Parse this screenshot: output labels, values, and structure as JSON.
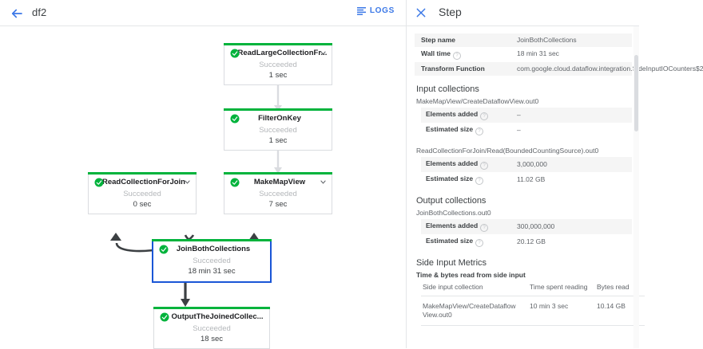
{
  "header": {
    "back_icon": "arrow-left-icon",
    "title": "df2",
    "logs_label": "LOGS",
    "logs_icon": "logs-lines-icon",
    "accent_color": "#3b78e7"
  },
  "graph": {
    "status_label": "Succeeded",
    "success_color": "#00b33c",
    "selected_color": "#1a56d6",
    "nodes": [
      {
        "id": "read-large-collection",
        "title": "ReadLargeCollectionFr...",
        "status": "Succeeded",
        "time": "1 sec",
        "has_chevron": true,
        "selected": false
      },
      {
        "id": "filter-on-key",
        "title": "FilterOnKey",
        "status": "Succeeded",
        "time": "1 sec",
        "has_chevron": false,
        "selected": false
      },
      {
        "id": "read-collection-for-join",
        "title": "ReadCollectionForJoin",
        "status": "Succeeded",
        "time": "0 sec",
        "has_chevron": true,
        "selected": false
      },
      {
        "id": "make-map-view",
        "title": "MakeMapView",
        "status": "Succeeded",
        "time": "7 sec",
        "has_chevron": true,
        "selected": false
      },
      {
        "id": "join-both-collections",
        "title": "JoinBothCollections",
        "status": "Succeeded",
        "time": "18 min 31 sec",
        "has_chevron": false,
        "selected": true
      },
      {
        "id": "output-the-joined-collection",
        "title": "OutputTheJoinedCollec...",
        "status": "Succeeded",
        "time": "18 sec",
        "has_chevron": false,
        "selected": false
      }
    ]
  },
  "details": {
    "close_icon": "close-x-icon",
    "heading": "Step",
    "info_rows": [
      {
        "key": "Step name",
        "value": "JoinBothCollections",
        "help": false
      },
      {
        "key": "Wall time",
        "value": "18 min 31 sec",
        "help": true
      },
      {
        "key": "Transform Function",
        "value": "com.google.cloud.dataflow.integration.SideInputIOCounters$2",
        "help": false
      }
    ],
    "input_collections": {
      "title": "Input collections",
      "groups": [
        {
          "name": "MakeMapView/CreateDataflowView.out0",
          "rows": [
            {
              "key": "Elements added",
              "value": "–"
            },
            {
              "key": "Estimated size",
              "value": "–"
            }
          ]
        },
        {
          "name": "ReadCollectionForJoin/Read(BoundedCountingSource).out0",
          "rows": [
            {
              "key": "Elements added",
              "value": "3,000,000"
            },
            {
              "key": "Estimated size",
              "value": "11.02 GB"
            }
          ]
        }
      ]
    },
    "output_collections": {
      "title": "Output collections",
      "groups": [
        {
          "name": "JoinBothCollections.out0",
          "rows": [
            {
              "key": "Elements added",
              "value": "300,000,000"
            },
            {
              "key": "Estimated size",
              "value": "20.12 GB"
            }
          ]
        }
      ]
    },
    "side_input_metrics": {
      "title": "Side Input Metrics",
      "subtitle": "Time & bytes read from side input",
      "columns": [
        "Side input collection",
        "Time spent reading",
        "Bytes read"
      ],
      "rows": [
        [
          "MakeMapView/CreateDataflow View.out0",
          "10 min 3 sec",
          "10.14 GB"
        ]
      ]
    }
  }
}
